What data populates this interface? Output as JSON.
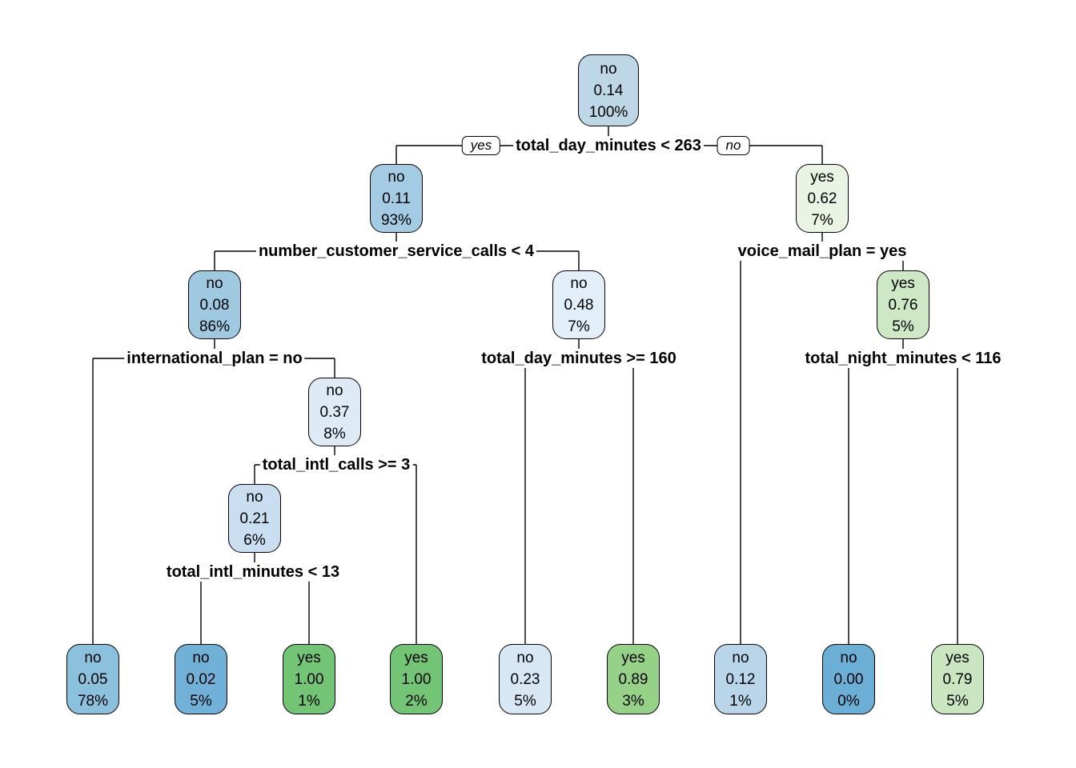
{
  "figure": {
    "background": "#FFFFFF",
    "line_color": "#000000",
    "node_border_color": "#000000",
    "text_color": "#000000",
    "split_label_background": "#FFFFFF"
  },
  "edge_labels": {
    "yes": "yes",
    "no": "no"
  },
  "tree": {
    "nodes": [
      {
        "id": "root",
        "type": "internal",
        "class_label": "no",
        "prob": "0.14",
        "pct": "100%",
        "fill": "#BDD7E7"
      },
      {
        "id": "n-93",
        "type": "internal",
        "class_label": "no",
        "prob": "0.11",
        "pct": "93%",
        "fill": "#A3CCE4"
      },
      {
        "id": "n-7y",
        "type": "internal",
        "class_label": "yes",
        "prob": "0.62",
        "pct": "7%",
        "fill": "#E9F4E5"
      },
      {
        "id": "n-86",
        "type": "internal",
        "class_label": "no",
        "prob": "0.08",
        "pct": "86%",
        "fill": "#9FC9E1"
      },
      {
        "id": "n-48",
        "type": "internal",
        "class_label": "no",
        "prob": "0.48",
        "pct": "7%",
        "fill": "#E2EEF8"
      },
      {
        "id": "n-76",
        "type": "internal",
        "class_label": "yes",
        "prob": "0.76",
        "pct": "5%",
        "fill": "#CCE8C5"
      },
      {
        "id": "n-37",
        "type": "internal",
        "class_label": "no",
        "prob": "0.37",
        "pct": "8%",
        "fill": "#DEEAF6"
      },
      {
        "id": "n-21",
        "type": "internal",
        "class_label": "no",
        "prob": "0.21",
        "pct": "6%",
        "fill": "#C9DEF0"
      },
      {
        "id": "leaf-1",
        "type": "leaf",
        "class_label": "no",
        "prob": "0.05",
        "pct": "78%",
        "fill": "#8CC1DE"
      },
      {
        "id": "leaf-2",
        "type": "leaf",
        "class_label": "no",
        "prob": "0.02",
        "pct": "5%",
        "fill": "#72B1D7"
      },
      {
        "id": "leaf-3",
        "type": "leaf",
        "class_label": "yes",
        "prob": "1.00",
        "pct": "1%",
        "fill": "#74C476"
      },
      {
        "id": "leaf-4",
        "type": "leaf",
        "class_label": "yes",
        "prob": "1.00",
        "pct": "2%",
        "fill": "#74C476"
      },
      {
        "id": "leaf-5",
        "type": "leaf",
        "class_label": "no",
        "prob": "0.23",
        "pct": "5%",
        "fill": "#D7E7F4"
      },
      {
        "id": "leaf-6",
        "type": "leaf",
        "class_label": "yes",
        "prob": "0.89",
        "pct": "3%",
        "fill": "#95D186"
      },
      {
        "id": "leaf-7",
        "type": "leaf",
        "class_label": "no",
        "prob": "0.12",
        "pct": "1%",
        "fill": "#B8D5EA"
      },
      {
        "id": "leaf-8",
        "type": "leaf",
        "class_label": "no",
        "prob": "0.00",
        "pct": "0%",
        "fill": "#6BAED6"
      },
      {
        "id": "leaf-9",
        "type": "leaf",
        "class_label": "yes",
        "prob": "0.79",
        "pct": "5%",
        "fill": "#C9E6C1"
      }
    ],
    "splits": [
      {
        "label": "total_day_minutes < 263"
      },
      {
        "label": "number_customer_service_calls < 4"
      },
      {
        "label": "voice_mail_plan = yes"
      },
      {
        "label": "international_plan = no"
      },
      {
        "label": "total_day_minutes >= 160"
      },
      {
        "label": "total_night_minutes < 116"
      },
      {
        "label": "total_intl_calls >= 3"
      },
      {
        "label": "total_intl_minutes < 13"
      }
    ]
  }
}
